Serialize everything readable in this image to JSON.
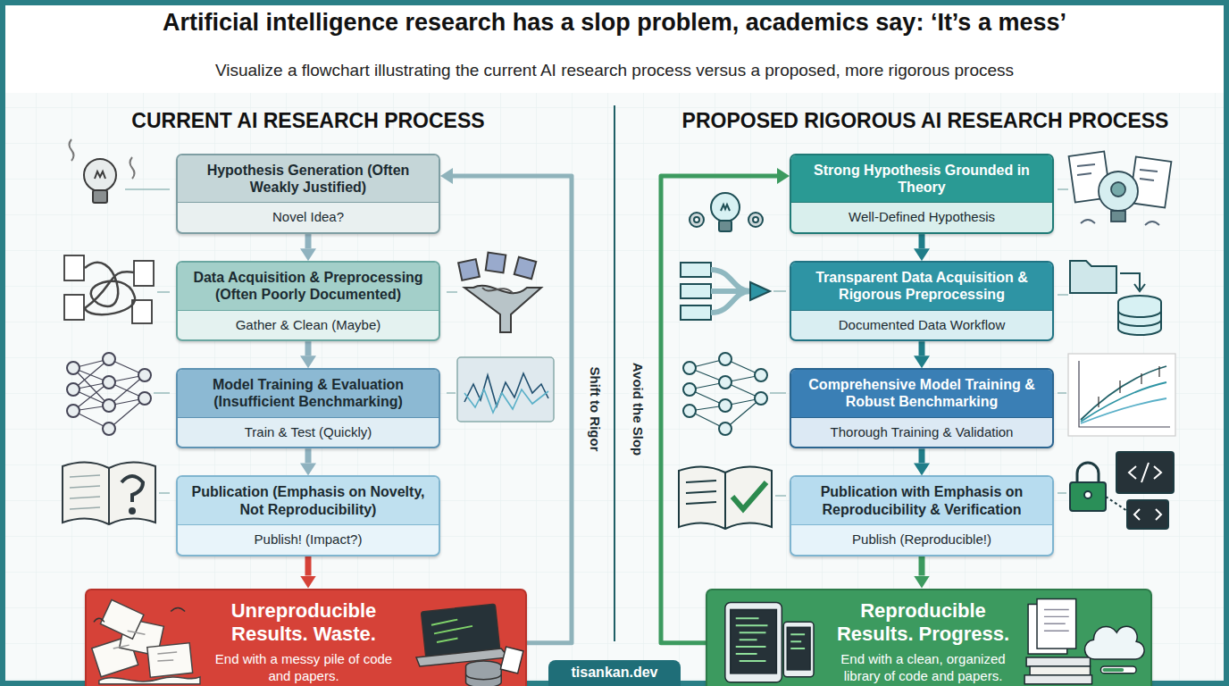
{
  "diagram": {
    "title": "Artificial intelligence research has a slop problem, academics say: ‘It’s a mess’",
    "caption": "Visualize a flowchart illustrating the current AI research process versus a proposed, more rigorous process",
    "nodes": [
      {
        "text": [
          "Hypothesis Generation (Often Weakly Justified)",
          "Novel Idea?"
        ]
      },
      {
        "text": [
          "Data Acquisition & Preprocessing (Often Poorly Documented)",
          "Gather & Clean (Maybe)"
        ]
      },
      {
        "text": [
          "Model Training & Evaluation (Insufficient Benchmarking)",
          "Train & Test (Quickly)"
        ]
      },
      {
        "text": [
          "Publication (Emphasis on Novelty, Not Reproducibility)",
          "Publish! (Impact?)"
        ]
      },
      {
        "text": [
          "Unreproducible Results. Waste.",
          "End with a messy pile of code and papers."
        ]
      },
      {
        "text": [
          "Strong Hypothesis Grounded in Theory",
          "Well-Defined Hypothesis"
        ]
      },
      {
        "text": [
          "Transparent Data Acquisition & Rigorous Preprocessing",
          "Documented Data Workflow"
        ]
      },
      {
        "text": [
          "Comprehensive Model Training & Robust Benchmarking",
          "Thorough Training & Validation"
        ]
      },
      {
        "text": [
          "Publication with Emphasis on Reproducibility & Verification",
          "Publish (Reproducible!)"
        ]
      },
      {
        "text": [
          "Reproducible Results. Progress.",
          "End with a clean, organized library of code and papers."
        ]
      }
    ],
    "edges": [
      {
        "from": 0,
        "to": 1,
        "arrow": "to"
      },
      {
        "from": 1,
        "to": 2,
        "arrow": "to"
      },
      {
        "from": 2,
        "to": 3,
        "arrow": "to"
      },
      {
        "from": 3,
        "to": 4,
        "arrow": "to"
      },
      {
        "from": 4,
        "to": 0,
        "label": "Shift to Rigor",
        "arrow": "to"
      },
      {
        "from": 5,
        "to": 6,
        "arrow": "to"
      },
      {
        "from": 6,
        "to": 7,
        "arrow": "to"
      },
      {
        "from": 7,
        "to": 8,
        "arrow": "to"
      },
      {
        "from": 8,
        "to": 9,
        "arrow": "to"
      },
      {
        "from": 9,
        "to": 5,
        "label": "Avoid the Slop",
        "arrow": "to"
      }
    ],
    "labels": [
      "CURRENT AI RESEARCH PROCESS",
      "PROPOSED RIGOROUS AI RESEARCH PROCESS",
      "tisankan.dev"
    ]
  }
}
